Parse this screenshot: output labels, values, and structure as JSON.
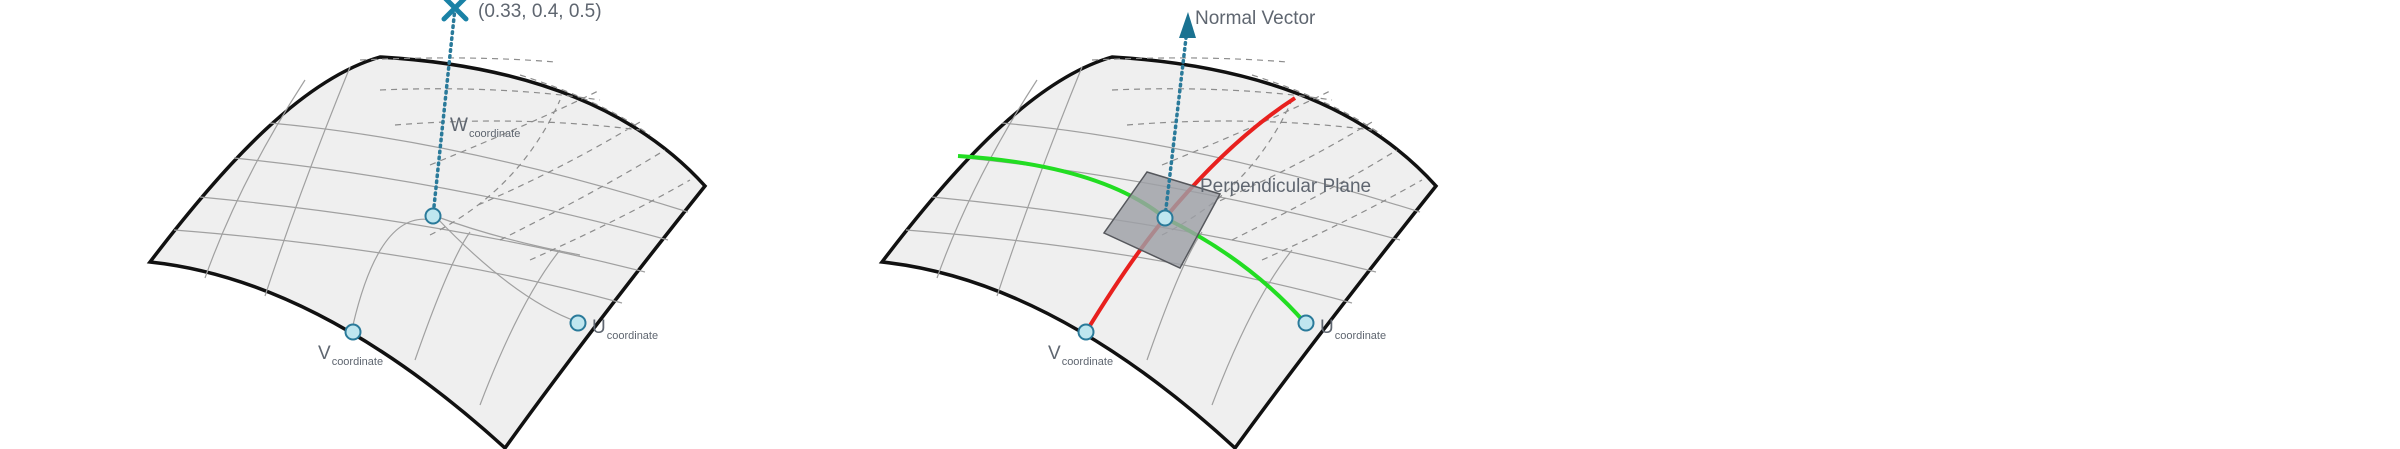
{
  "diagrams": [
    {
      "id": "left",
      "point_label": "(0.33, 0.4, 0.5)",
      "w_label": {
        "main": "W",
        "sub": "coordinate"
      },
      "u_label": {
        "main": "U",
        "sub": "coordinate"
      },
      "v_label": {
        "main": "V",
        "sub": "coordinate"
      },
      "marker_icon": "x-mark-icon"
    },
    {
      "id": "right",
      "normal_label": "Normal Vector",
      "plane_label": "Perpendicular Plane",
      "u_label": {
        "main": "U",
        "sub": "coordinate"
      },
      "v_label": {
        "main": "V",
        "sub": "coordinate"
      },
      "arrow_icon": "arrow-head-icon"
    }
  ],
  "colors": {
    "surface_fill": "#efefef",
    "surface_outline": "#111111",
    "grid_line": "#a0a0a0",
    "dotted_line": "#2a7a9a",
    "point_fill": "#bfe6ef",
    "u_isocurve": "#22dd22",
    "v_isocurve": "#e8201e",
    "plane_fill": "#9ea0a6",
    "label_text": "#5f6670"
  }
}
